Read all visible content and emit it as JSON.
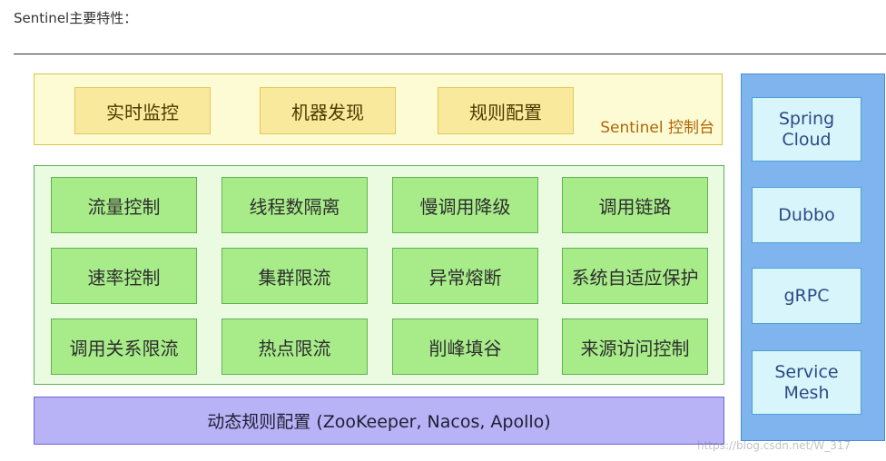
{
  "heading": "Sentinel主要特性：",
  "console": {
    "label": "Sentinel 控制台",
    "items": [
      "实时监控",
      "机器发现",
      "规则配置"
    ]
  },
  "features": {
    "rows": [
      [
        "流量控制",
        "线程数隔离",
        "慢调用降级",
        "调用链路"
      ],
      [
        "速率控制",
        "集群限流",
        "异常熔断",
        "系统自适应保护"
      ],
      [
        "调用关系限流",
        "热点限流",
        "削峰填谷",
        "来源访问控制"
      ]
    ]
  },
  "dynamic_rules": "动态规则配置 (ZooKeeper, Nacos, Apollo)",
  "adapters": [
    "Spring\nCloud",
    "Dubbo",
    "gRPC",
    "Service\nMesh"
  ],
  "watermark": "https://blog.csdn.net/W_317",
  "colors": {
    "console_bg": "#fcfbd3",
    "console_item": "#f9e99c",
    "feature_bg": "#ebfbe1",
    "feature_item": "#a8ec8a",
    "dynamic_bg": "#b8b2f6",
    "adapter_panel": "#7fb4ef",
    "adapter_item": "#d9f5fc"
  }
}
